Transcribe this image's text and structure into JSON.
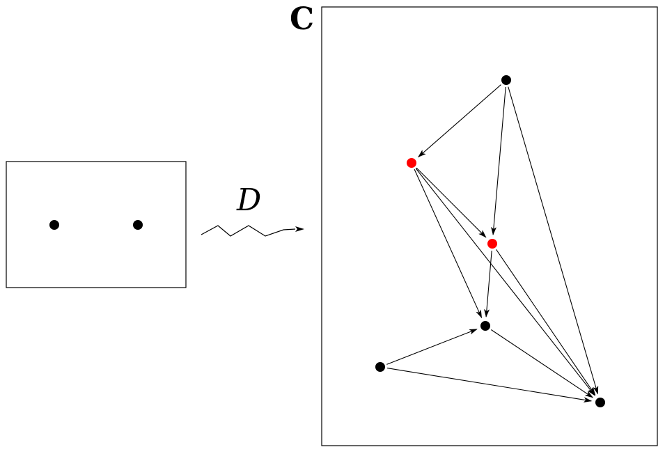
{
  "labels": {
    "panel": "C",
    "map": "D"
  },
  "colors": {
    "node": "#000000",
    "highlight": "#ff0000",
    "stroke": "#000000"
  },
  "source_graph": {
    "nodes": [
      "left-node",
      "right-node"
    ]
  },
  "target_graph": {
    "nodes": [
      {
        "id": "top",
        "highlight": false
      },
      {
        "id": "red-upper",
        "highlight": true
      },
      {
        "id": "red-lower",
        "highlight": true
      },
      {
        "id": "middle",
        "highlight": false
      },
      {
        "id": "left",
        "highlight": false
      },
      {
        "id": "bottom",
        "highlight": false
      }
    ],
    "edges": [
      [
        "top",
        "red-upper"
      ],
      [
        "top",
        "red-lower"
      ],
      [
        "top",
        "bottom"
      ],
      [
        "red-upper",
        "red-lower"
      ],
      [
        "red-upper",
        "middle"
      ],
      [
        "red-upper",
        "bottom"
      ],
      [
        "red-lower",
        "middle"
      ],
      [
        "red-lower",
        "bottom"
      ],
      [
        "middle",
        "bottom"
      ],
      [
        "left",
        "middle"
      ],
      [
        "left",
        "bottom"
      ]
    ]
  }
}
